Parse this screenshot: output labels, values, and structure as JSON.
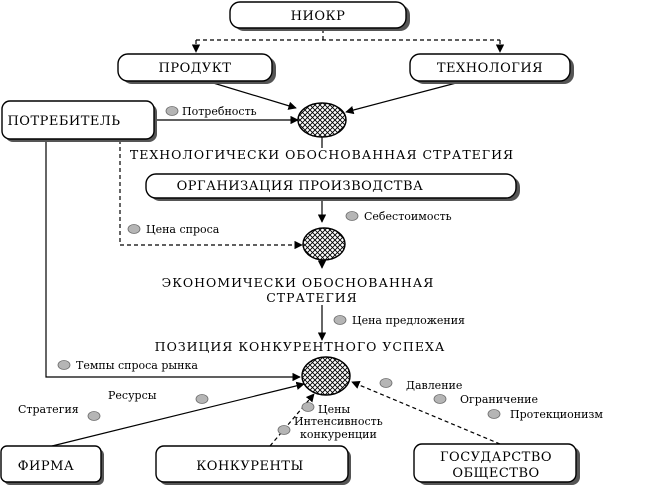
{
  "boxes": {
    "niokr": "НИОКР",
    "product": "ПРОДУКТ",
    "technology": "ТЕХНОЛОГИЯ",
    "consumer": "ПОТРЕБИТЕЛЬ",
    "organization": "ОРГАНИЗАЦИЯ     ПРОИЗВОДСТВА",
    "firm": "ФИРМА",
    "competitors": "КОНКУРЕНТЫ",
    "state_line1": "ГОСУДАРСТВО",
    "state_line2": "ОБЩЕСТВО"
  },
  "headings": {
    "tech_strategy": "ТЕХНОЛОГИЧЕСКИ ОБОСНОВАННАЯ СТРАТЕГИЯ",
    "econ_strategy_line1": "ЭКОНОМИЧЕСКИ ОБОСНОВАННАЯ",
    "econ_strategy_line2": "СТРАТЕГИЯ",
    "competitive_success": "ПОЗИЦИЯ КОНКУРЕНТНОГО УСПЕХА"
  },
  "labels": {
    "need": "Потребность",
    "cost": "Себестоимость",
    "demand_price": "Цена спроса",
    "supply_price": "Цена предложения",
    "market_demand_rates": "Темпы спроса рынка",
    "strategy": "Стратегия",
    "resources": "Ресурсы",
    "prices": "Цены",
    "intensity_line1": "Интенсивность",
    "intensity_line2": "конкуренции",
    "pressure": "Давление",
    "restriction": "Ограничение",
    "protectionism": "Протекционизм"
  }
}
